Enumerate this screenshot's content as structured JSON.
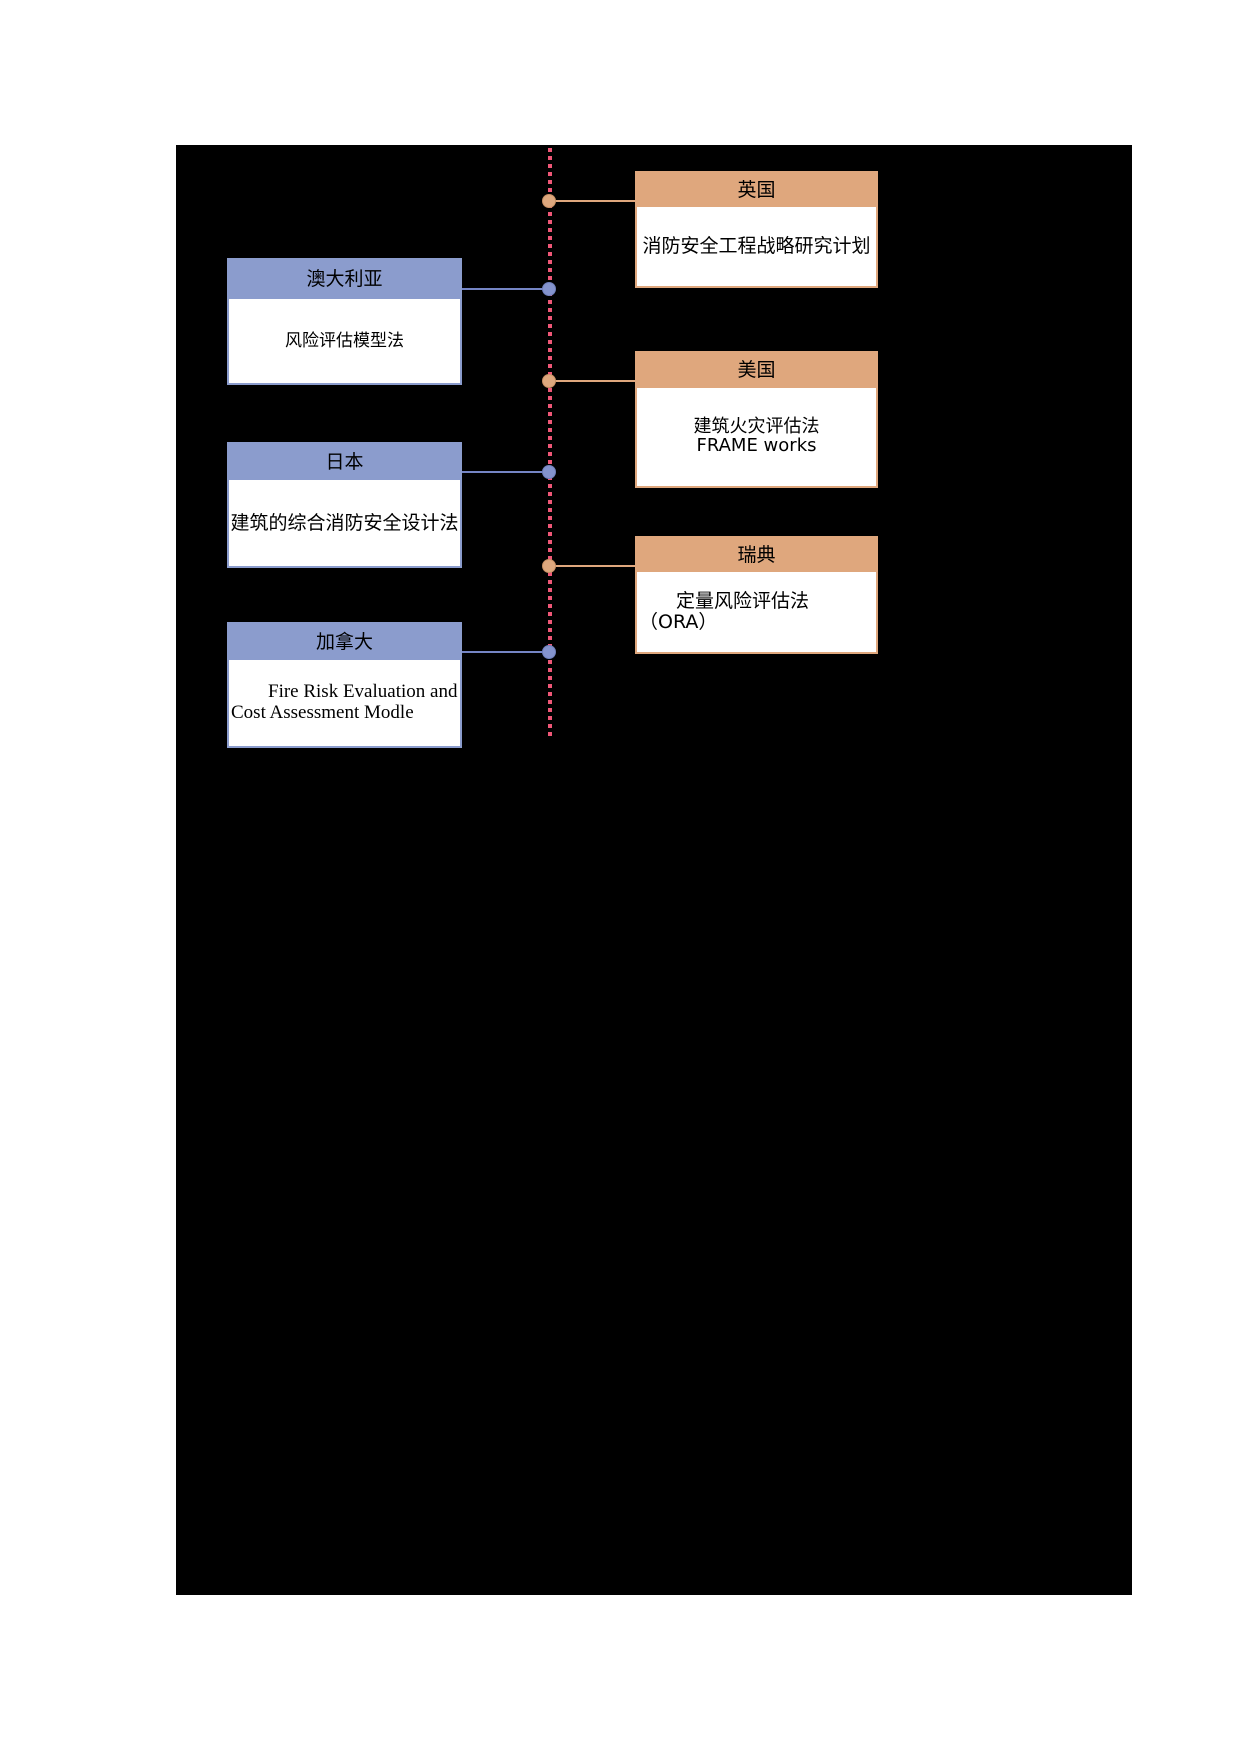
{
  "diagram": {
    "type": "timeline-comparison-diagram",
    "colors": {
      "page_bg": "#ffffff",
      "canvas_bg": "#000000",
      "left_accent": "#8b9ccd",
      "left_line": "#7585c5",
      "left_node": "#8493cd",
      "right_accent": "#dfa77d",
      "right_node": "#dea87e",
      "timeline_dash": "#ef5777",
      "box_bg": "#ffffff",
      "text": "#000000"
    },
    "left_boxes": [
      {
        "country": "澳大利亚",
        "method_lines": [
          "风险评估模型法"
        ]
      },
      {
        "country": "日本",
        "method_lines": [
          "建筑的综合消防安全设计法"
        ]
      },
      {
        "country": "加拿大",
        "method_lines": [
          "Fire Risk Evaluation and",
          "Cost Assessment Modle"
        ]
      }
    ],
    "right_boxes": [
      {
        "country": "英国",
        "method_lines": [
          "消防安全工程战略研究计划"
        ]
      },
      {
        "country": "美国",
        "method_lines": [
          "建筑火灾评估法",
          "FRAME works"
        ]
      },
      {
        "country": "瑞典",
        "method_lines": [
          "定量风险评估法",
          "（ORA）"
        ]
      }
    ]
  }
}
